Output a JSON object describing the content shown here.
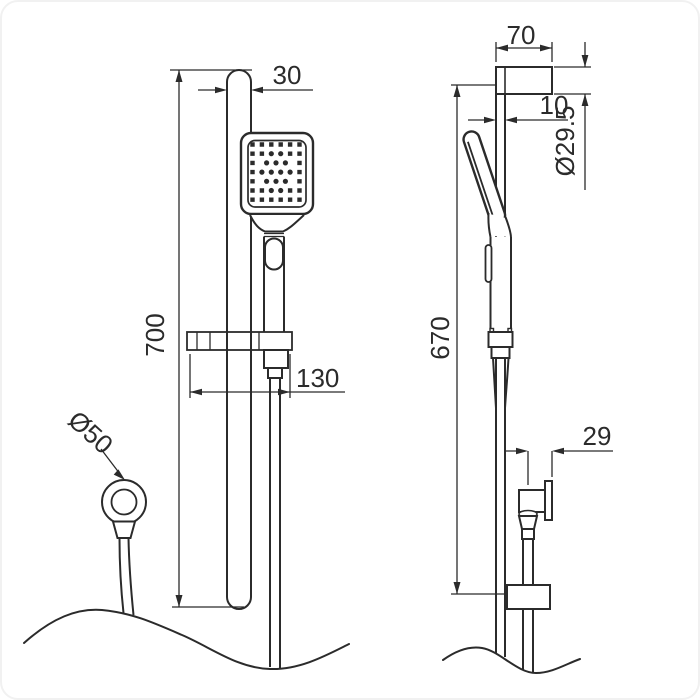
{
  "drawing": {
    "views": {
      "front": {
        "overall_height_mm": "700",
        "rail_width_mm": "30",
        "slider_offset_mm": "130",
        "outlet_flange_diameter": "Ø50"
      },
      "side": {
        "top_bracket_depth_mm": "70",
        "rail_depth_mm": "10",
        "bracket_diameter": "Ø29.5",
        "rail_length_mm": "670",
        "outlet_offset_mm": "29"
      }
    },
    "colors": {
      "line": "#2b2b2b",
      "background": "#ffffff"
    }
  }
}
